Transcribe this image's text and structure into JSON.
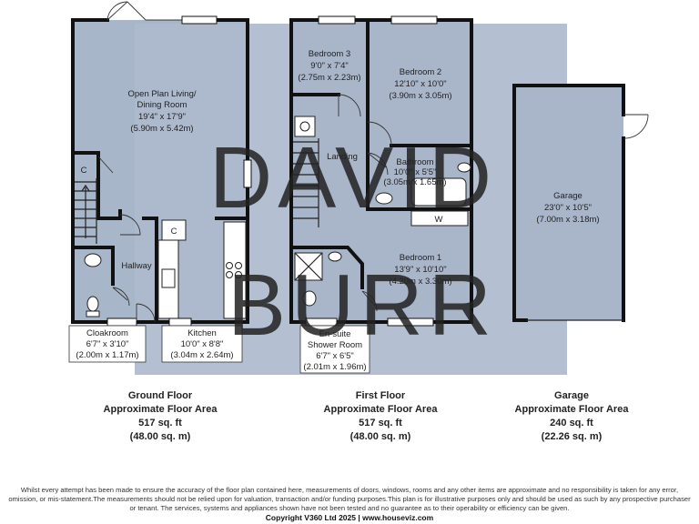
{
  "watermark": {
    "line1": "DAVID",
    "line2": "BURR"
  },
  "rooms": {
    "living": {
      "name1": "Open Plan Living/",
      "name2": "Dining Room",
      "imperial": "19'4\" x 17'9\"",
      "metric": "(5.90m x 5.42m)"
    },
    "cloakroom": {
      "name": "Cloakroom",
      "imperial": "6'7\" x 3'10\"",
      "metric": "(2.00m x 1.17m)"
    },
    "kitchen": {
      "name": "Kitchen",
      "imperial": "10'0\" x 8'8\"",
      "metric": "(3.04m x 2.64m)"
    },
    "hallway": {
      "name": "Hallway"
    },
    "bedroom3": {
      "name": "Bedroom 3",
      "imperial": "9'0\" x 7'4\"",
      "metric": "(2.75m x 2.23m)"
    },
    "bedroom2": {
      "name": "Bedroom 2",
      "imperial": "12'10\" x 10'0\"",
      "metric": "(3.90m x 3.05m)"
    },
    "landing": {
      "name": "Landing"
    },
    "bathroom": {
      "name": "Bathroom",
      "imperial": "10'0\" x 5'5\"",
      "metric": "(3.05m x 1.65m)"
    },
    "bedroom1": {
      "name": "Bedroom 1",
      "imperial": "13'9\" x 10'10\"",
      "metric": "(4.20m x 3.30m)"
    },
    "ensuite": {
      "name1": "En-suite",
      "name2": "Shower Room",
      "imperial": "6'7\" x 6'5\"",
      "metric": "(2.01m x 1.96m)"
    },
    "garage": {
      "name": "Garage",
      "imperial": "23'0\" x 10'5\"",
      "metric": "(7.00m x 3.18m)"
    }
  },
  "cupboard_labels": {
    "ground_c1": "C",
    "ground_c2": "C",
    "wardrobe": "W"
  },
  "floors": [
    {
      "name": "Ground Floor",
      "area_label": "Approximate Floor Area",
      "sqft": "517 sq. ft",
      "sqm": "(48.00 sq. m)"
    },
    {
      "name": "First Floor",
      "area_label": "Approximate Floor Area",
      "sqft": "517 sq. ft",
      "sqm": "(48.00 sq. m)"
    },
    {
      "name": "Garage",
      "area_label": "Approximate Floor Area",
      "sqft": "240 sq. ft",
      "sqm": "(22.26 sq. m)"
    }
  ],
  "disclaimer": "Whilst every attempt has been made to ensure the accuracy of the floor plan contained here, measurements of doors, windows, rooms and any other items are approximate and no responsibility is taken for any error, omission, or mis-statement.The measurements should not be relied upon for valuation, transaction and/or funding purposes.This plan is for illustrative purposes only and should be used as such by any prospective purchaser or tenant. The services, systems and appliances shown have not been tested and no guarantee as to their operability or efficiency can be given.",
  "copyright": "Copyright V360 Ltd 2025 | www.houseviz.com",
  "colors": {
    "floor_fill": "#a9b6c9",
    "wall": "#111111",
    "watermark": "#ffffff"
  }
}
